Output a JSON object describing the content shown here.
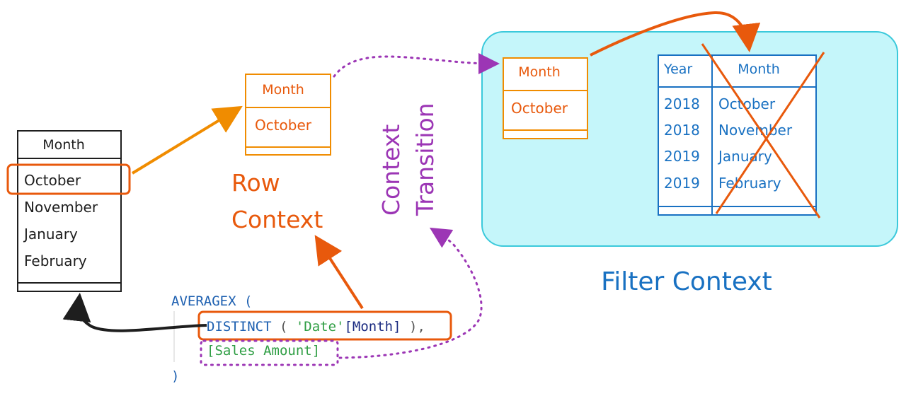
{
  "colors": {
    "black": "#1e1e1e",
    "orange": "#e8590c",
    "orange_light": "#f08c00",
    "purple": "#9c36b5",
    "blue": "#1971c2",
    "teal_fill": "#c5f6fa",
    "teal_stroke": "#3bc9db",
    "code_blue": "#1c5fb0",
    "code_navy": "#1a2a80",
    "code_green": "#2f9e44",
    "code_gray": "#555555"
  },
  "source_table": {
    "header": "Month",
    "rows": [
      "October",
      "November",
      "January",
      "February"
    ],
    "highlighted_row": "October"
  },
  "row_context_table": {
    "header": "Month",
    "value": "October",
    "label_line1": "Row",
    "label_line2": "Context"
  },
  "context_transition_label": {
    "line1": "Context",
    "line2": "Transition"
  },
  "filter_context": {
    "label": "Filter Context",
    "small_table": {
      "header": "Month",
      "value": "October"
    },
    "big_table": {
      "headers": [
        "Year",
        "Month"
      ],
      "rows": [
        [
          "2018",
          "October"
        ],
        [
          "2018",
          "November"
        ],
        [
          "2019",
          "January"
        ],
        [
          "2019",
          "February"
        ]
      ],
      "month_column_crossed_out": true
    }
  },
  "code": {
    "line1": "AVERAGEX (",
    "line2_func": "DISTINCT",
    "line2_open": " ( ",
    "line2_table": "'Date'",
    "line2_column": "[Month]",
    "line2_close": " ),",
    "line3": "[Sales Amount]",
    "line4": ")"
  },
  "icons": [
    "arrow-icon",
    "dotted-arrow-icon",
    "cross-icon"
  ]
}
